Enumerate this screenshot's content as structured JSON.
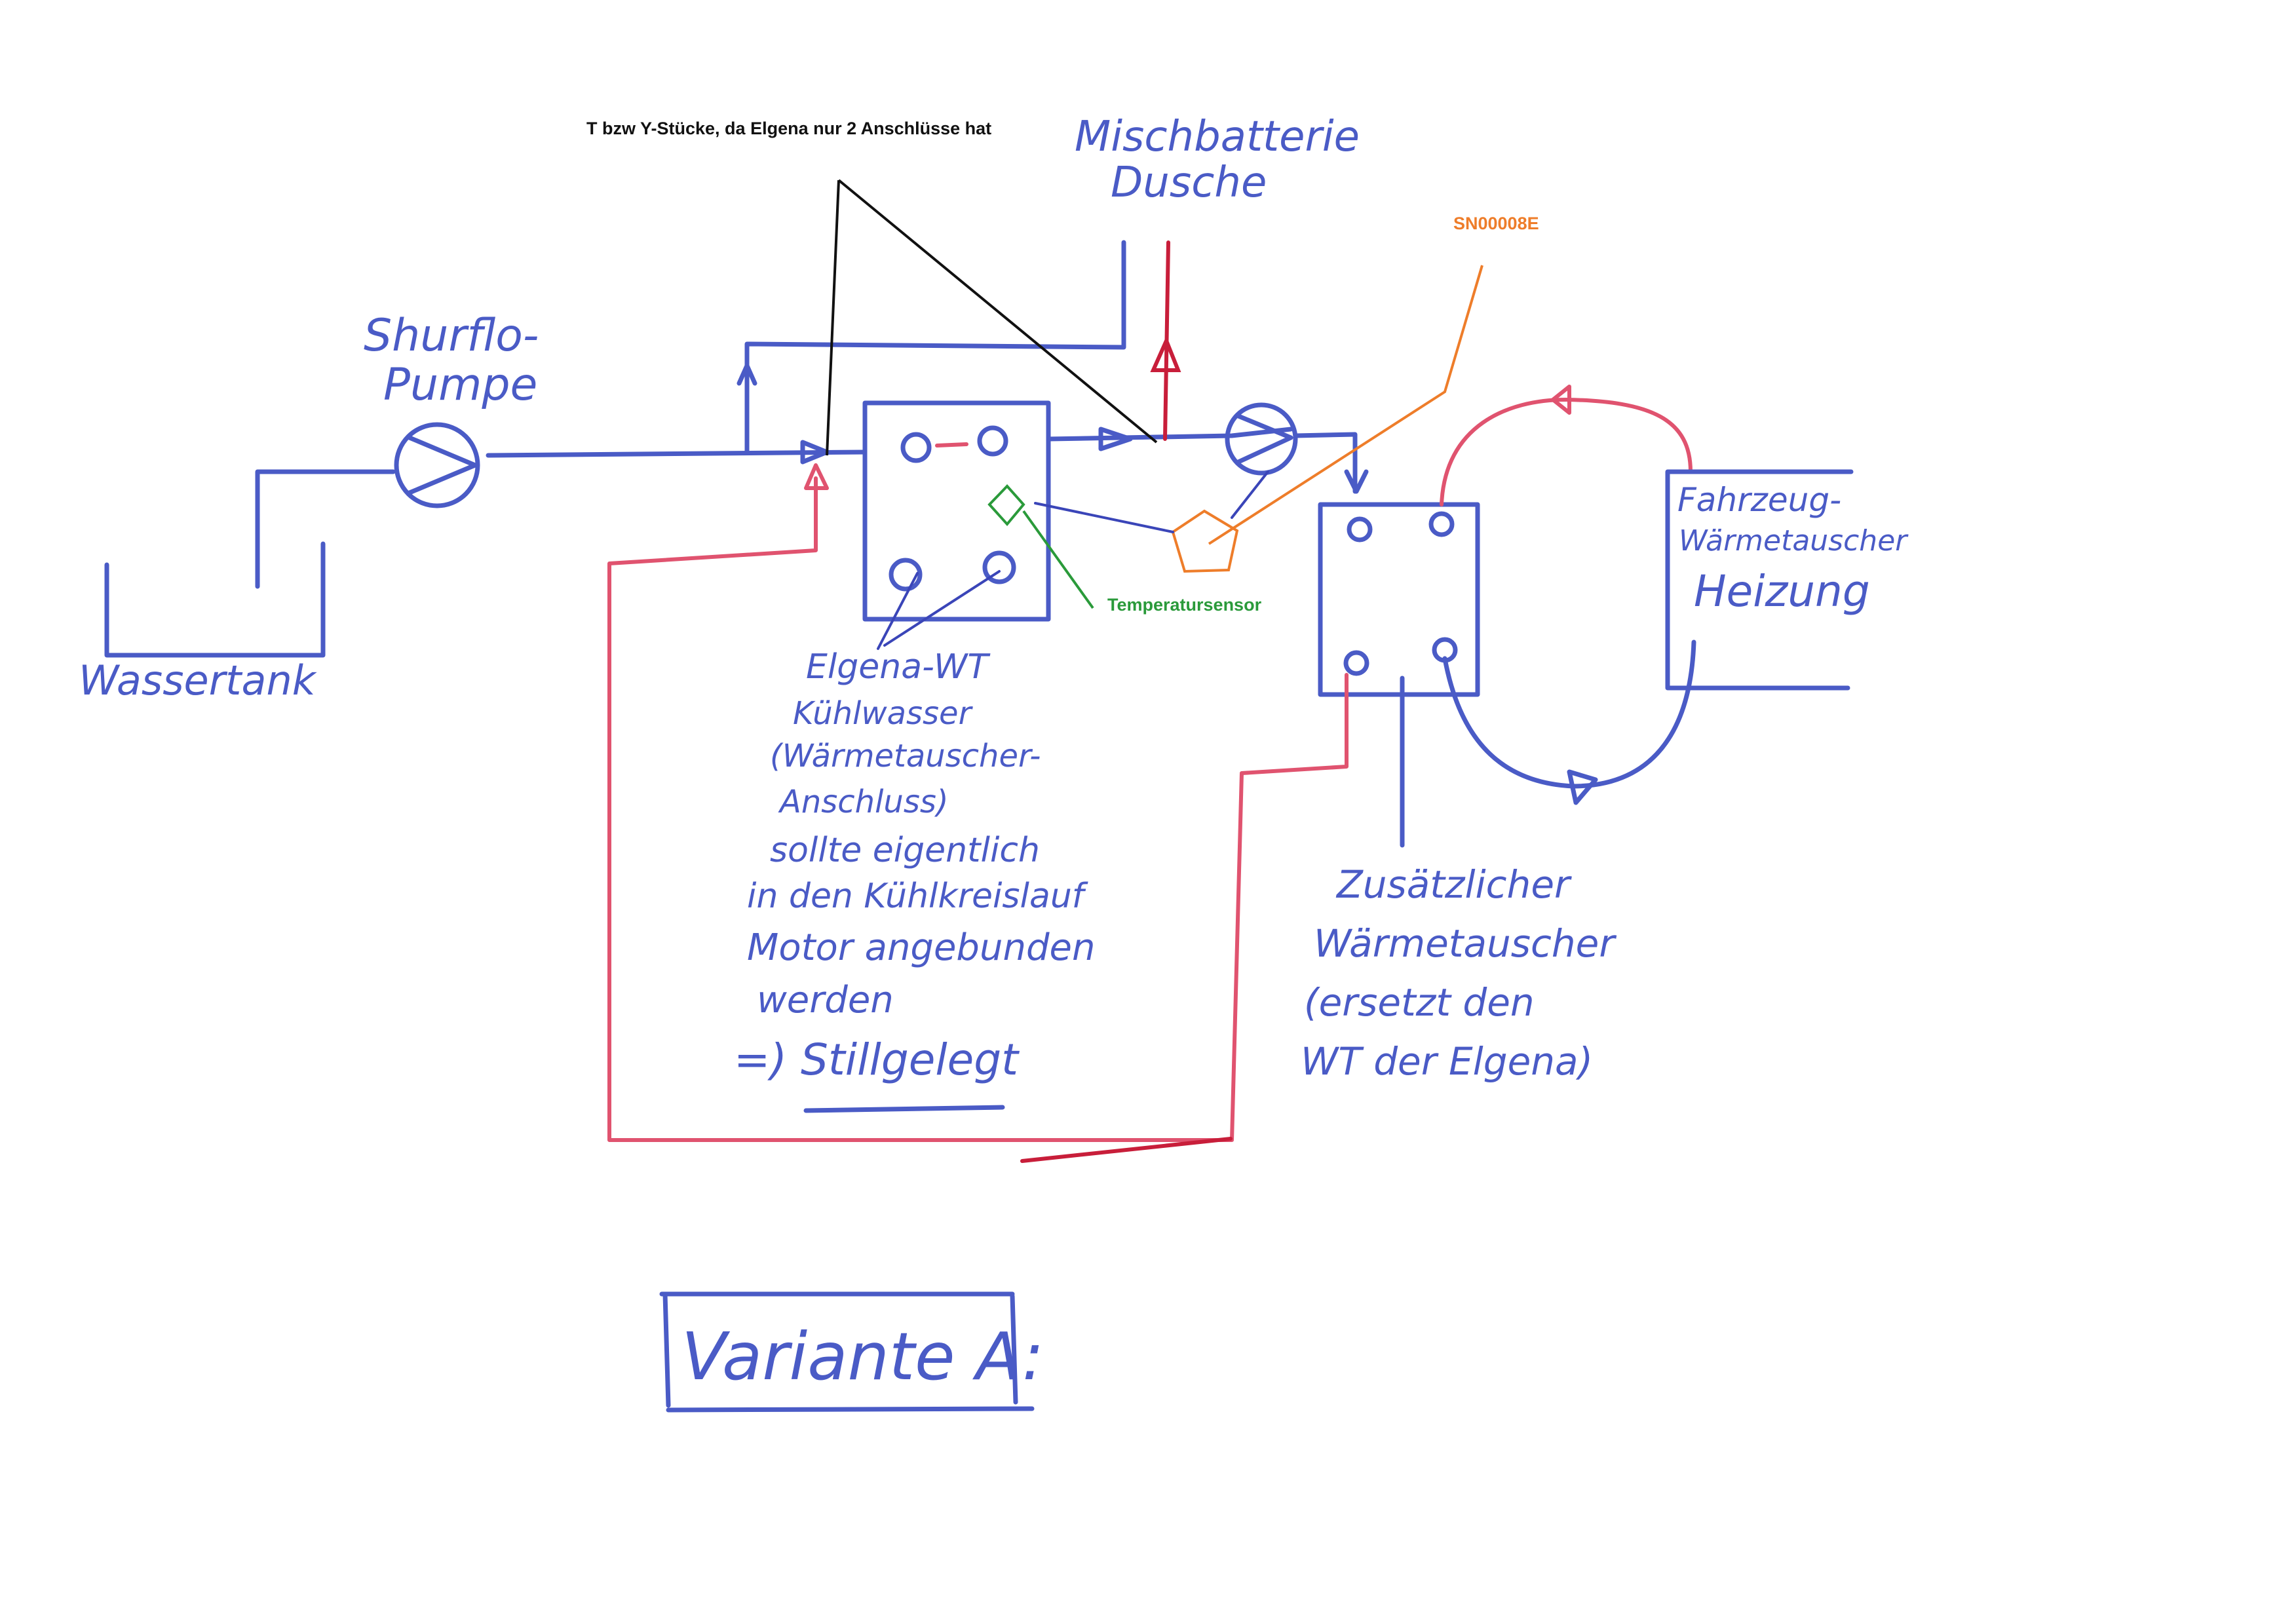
{
  "labels": {
    "wassertank": "Wassertank",
    "pump_line1": "Shurflo-",
    "pump_line2": "Pumpe",
    "mixer_line1": "Mischbatterie",
    "mixer_line2": "Dusche",
    "t_pieces_note": "T bzw Y-Stücke, da Elgena nur 2 Anschlüsse hat",
    "sensor_id": "SN00008E",
    "temp_sensor": "Temperatursensor",
    "vehicle_hx_line1": "Fahrzeug-",
    "vehicle_hx_line2": "Wärmetauscher",
    "vehicle_hx_line3": "Heizung",
    "elgena_note": [
      "Elgena-WT",
      "Kühlwasser",
      "(Wärmetauscher-",
      "Anschluss)",
      "sollte eigentlich",
      "in den Kühlkreislauf",
      "Motor angebunden",
      "werden",
      "=) Stillgelegt"
    ],
    "extra_hx_note": [
      "Zusätzlicher",
      "Wärmetauscher",
      "(ersetzt den",
      "WT der Elgena)"
    ],
    "variant": "Variante A:"
  },
  "colors": {
    "water_line": "#4a5bc6",
    "coolant_line": "#e0536f",
    "sensor_annotation": "#ee7d2a",
    "temp_annotation": "#2a9a3a",
    "note_annotation": "#111111"
  }
}
